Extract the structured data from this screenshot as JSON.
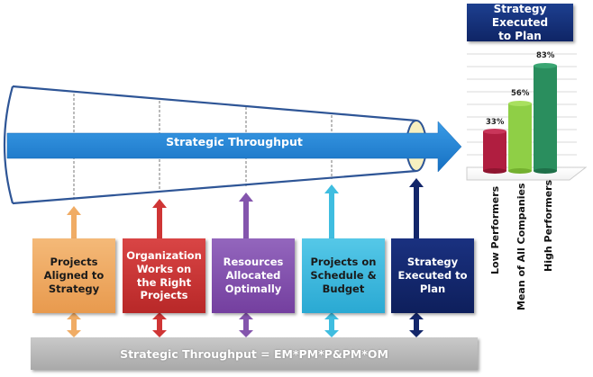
{
  "funnel": {
    "arrow_label": "Strategic Throughput",
    "outline_color": "#2e5596",
    "arrow_color": "#1f7fd1"
  },
  "boxes": [
    {
      "label": "Projects\nAligned to\nStrategy",
      "color": "#f0ac65",
      "text_color": "#1a1a1a"
    },
    {
      "label": "Organization\nWorks on\nthe Right\nProjects",
      "color": "#cf3535",
      "text_color": "#ffffff"
    },
    {
      "label": "Resources\nAllocated\nOptimally",
      "color": "#8455ad",
      "text_color": "#ffffff"
    },
    {
      "label": "Projects on\nSchedule &\nBudget",
      "color": "#3fbde0",
      "text_color": "#1a1a1a"
    },
    {
      "label": "Strategy\nExecuted to\nPlan",
      "color": "#13266a",
      "text_color": "#ffffff"
    }
  ],
  "formula": {
    "label": "Strategic Throughput = EM*PM*P&PM*OM"
  },
  "chart": {
    "title": "Strategy Executed\nto Plan",
    "bars": [
      {
        "category": "Low Performers",
        "value": "33%",
        "color": "#b01e40"
      },
      {
        "category": "Mean of All Companies",
        "value": "56%",
        "color": "#8fcf46"
      },
      {
        "category": "High Performers",
        "value": "83%",
        "color": "#2a8e5e"
      }
    ]
  },
  "chart_data": {
    "type": "bar",
    "title": "Strategy Executed to Plan",
    "categories": [
      "Low Performers",
      "Mean of All Companies",
      "High Performers"
    ],
    "values": [
      33,
      56,
      83
    ],
    "xlabel": "",
    "ylabel": "",
    "ylim": [
      0,
      100
    ],
    "grid": true,
    "value_labels": [
      "33%",
      "56%",
      "83%"
    ]
  }
}
